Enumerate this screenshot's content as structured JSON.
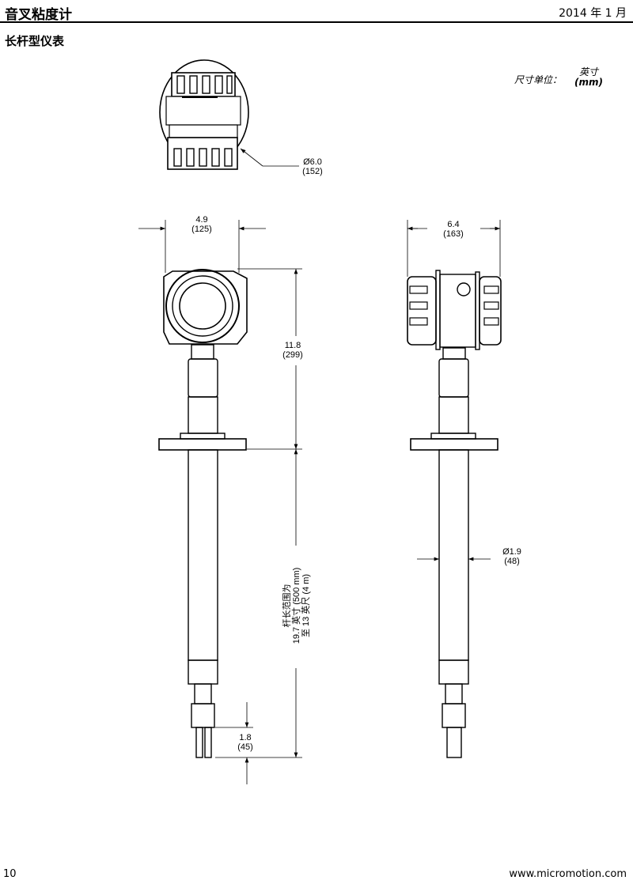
{
  "header": {
    "title": "音叉粘度计",
    "date": "2014 年 1 月"
  },
  "section_title": "长杆型仪表",
  "units": {
    "label": "尺寸单位：",
    "primary": "英寸",
    "secondary": "(mm)"
  },
  "dimensions": {
    "top_diameter": {
      "in": "Ø6.0",
      "mm": "(152)"
    },
    "front_width": {
      "in": "4.9",
      "mm": "(125)"
    },
    "side_width": {
      "in": "6.4",
      "mm": "(163)"
    },
    "head_height": {
      "in": "11.8",
      "mm": "(299)"
    },
    "rod_length": {
      "line1": "杆长范围为",
      "line2": "19.7 英寸 (500 mm)",
      "line3": "至 13 英尺 (4 m)"
    },
    "rod_diameter": {
      "in": "Ø1.9",
      "mm": "(48)"
    },
    "fork_length": {
      "in": "1.8",
      "mm": "(45)"
    }
  },
  "footer": {
    "page": "10",
    "url": "www.micromotion.com"
  }
}
